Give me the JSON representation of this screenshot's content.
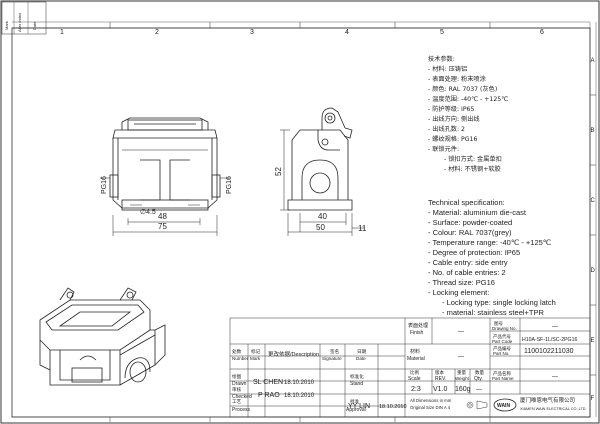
{
  "top_strip": [
    "标记",
    "Mark",
    "版次",
    "Alter Index",
    "日期",
    "Date"
  ],
  "grid": {
    "columns": [
      "1",
      "2",
      "3",
      "4",
      "5",
      "6"
    ],
    "rows": [
      "A",
      "B",
      "C",
      "D",
      "E",
      "F"
    ]
  },
  "views": {
    "front": {
      "dim_width_total": "75",
      "dim_width_inner": "48",
      "dim_hole": "∅4.5",
      "thread_left": "PG16",
      "thread_right": "PG16"
    },
    "side": {
      "dim_height": "52",
      "dim_inner": "40",
      "dim_outer": "50",
      "dim_right": "11"
    }
  },
  "spec_cn": {
    "title": "技术参数:",
    "lines": [
      "- 材料: 压铸铝",
      "- 表面处理: 粉末喷涂",
      "- 颜色: RAL 7037 (灰色)",
      "- 温度范围: -40℃ - +125℃",
      "- 防护等级: IP65",
      "- 出线方向: 侧出线",
      "- 出线孔数: 2",
      "- 螺纹规格: PG16",
      "- 联锁元件:",
      "- 锁扣方式: 金属单扣",
      "- 材料: 不锈钢+软胶"
    ]
  },
  "spec_en": {
    "title": "Technical specification:",
    "lines": [
      "- Material: aluminium die-cast",
      "- Surface: powder-coated",
      "- Colour: RAL 7037(grey)",
      "- Temperature range: -40℃ - +125℃",
      "- Degree of protection: IP65",
      "- Cable entry: side entry",
      "- No. of cable entries: 2",
      "- Thread size: PG16",
      "- Locking element:",
      "- Locking type: single locking latch",
      "- material: stainless steel+TPR"
    ]
  },
  "title_block": {
    "surface_finish_cn": "表面处理",
    "surface_finish_en": "Finish",
    "material_cn": "材料",
    "material_en": "Material",
    "dash": "—",
    "drawing_no_cn": "图号",
    "drawing_no_en": "Drawing No.",
    "part_code_cn": "产品代号",
    "part_code_en": "Part Code",
    "part_code": "H10A-SF-1L/SC-2PG16",
    "part_no_cn": "产品编号",
    "part_no_en": "Part No.",
    "part_no": "1100102211030",
    "part_name_cn": "产品名称",
    "part_name_en": "Part Name",
    "scale_cn": "比例",
    "scale_en": "Scale",
    "scale": "2:3",
    "rev_cn": "版本",
    "rev_en": "REV.",
    "rev": "V1.0",
    "weight_cn": "重量",
    "weight_en": "Weight",
    "weight": "160g",
    "qty_cn": "数量",
    "qty_en": "Qty.",
    "qty": "—",
    "dims_note_1": "All Dimensions in mm",
    "dims_note_2": "Original Size DIN A 4",
    "company_cn": "厦门唯恩电气有限公司",
    "company_en": "XIAMEN WAIN ELECTRICAL CO.,LTD",
    "logo_text": "WAIN",
    "headers": {
      "num_cn": "处数",
      "num_en": "Number",
      "mark_cn": "标记",
      "mark_en": "Mark",
      "change_cn": "更改依据",
      "change_en": "/Description",
      "sign_cn": "签名",
      "sign_en": "Signature",
      "date_cn": "日期",
      "date_en": "Date"
    },
    "drawn_cn": "绘图",
    "drawn_en": "Drawn",
    "drawn_name": "SL CHEN",
    "drawn_date": "18.10.2010",
    "checked_cn": "审核",
    "checked_en": "Checked",
    "checked_name": "P RAO",
    "checked_date": "18.10.2010",
    "process_cn": "工艺",
    "process_en": "Process",
    "standard_cn": "标准化",
    "standard_en": "Stand",
    "approved_cn": "批准",
    "approved_en": "Approval",
    "approved_name": "YY LIN",
    "approved_date": "18.10.2010"
  },
  "colors": {
    "line": "#222222",
    "frame": "#333333"
  }
}
